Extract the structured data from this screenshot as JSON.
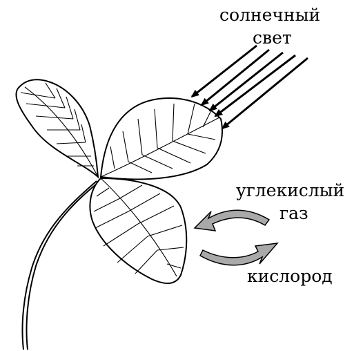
{
  "labels": {
    "sunlight_line1": "солнечный",
    "sunlight_line2": "свет",
    "co2_line1": "углекислый",
    "co2_line2": "газ",
    "oxygen": "кислород"
  },
  "colors": {
    "outline": "#000000",
    "gas_arrow_fill": "#a9a9a9",
    "background": "#ffffff"
  },
  "icons": [
    "sunlight-arrows",
    "leaf-icon",
    "co2-in-arrow",
    "o2-out-arrow"
  ]
}
